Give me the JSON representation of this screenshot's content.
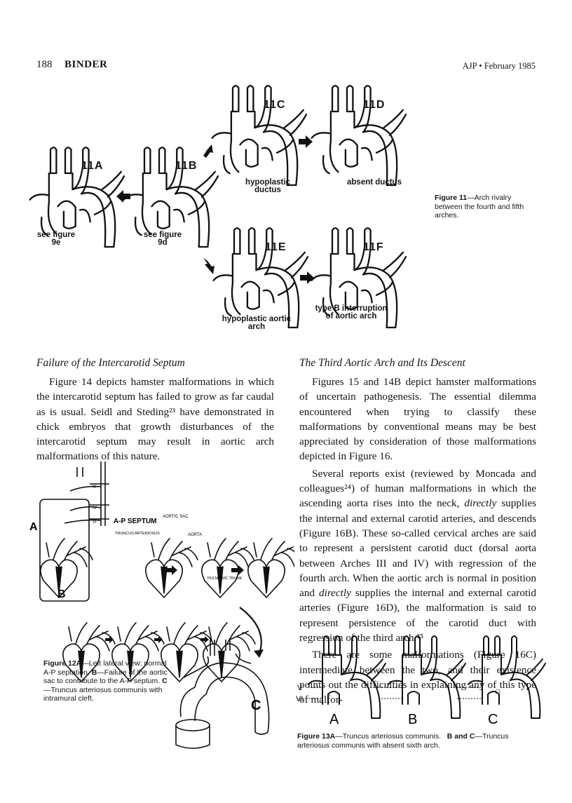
{
  "header": {
    "page_number": "188",
    "author": "BINDER",
    "journal": "AJP • February 1985"
  },
  "figure11": {
    "panels": [
      {
        "id": "11A",
        "caption": "see figure 9e"
      },
      {
        "id": "11B",
        "caption": "see figure 9d"
      },
      {
        "id": "11C",
        "caption": "hypoplastic ductus"
      },
      {
        "id": "11D",
        "caption": "absent ductus"
      },
      {
        "id": "11E",
        "caption": "hypoplastic aortic arch"
      },
      {
        "id": "11F",
        "caption": "type B interruption of aortic arch"
      }
    ],
    "caption_label": "Figure 11",
    "caption_text": "—Arch rivalry between the fourth and fifth arches."
  },
  "left_column": {
    "title": "Failure of the Intercarotid Septum",
    "paragraph": "Figure 14 depicts hamster malformations in which the intercarotid septum has failed to grow as far caudal as is usual. Seidl and Steding²³ have demonstrated in chick embryos that growth disturbances of the intercarotid septum may result in aortic arch malformations of this nature."
  },
  "right_column": {
    "title": "The Third Aortic Arch and Its Descent",
    "p1": "Figures 15 and 14B depict hamster malformations of uncertain pathogenesis. The essential dilemma encountered when trying to classify these malformations by conventional means may be best appreciated by consideration of those malformations depicted in Figure 16.",
    "p2_a": "Several reports exist (reviewed by Moncada and colleagues²⁴) of human malformations in which the ascending aorta rises into the neck, ",
    "p2_em1": "directly",
    "p2_b": " supplies the internal and external carotid arteries, and descends (Figure 16B). These so-called cervical arches are said to represent a persistent carotid duct (dorsal aorta between Arches III and IV) with regression of the fourth arch. When the aortic arch is normal in position and ",
    "p2_em2": "directly",
    "p2_c": " supplies the internal and external carotid arteries (Figure 16D), the malformation is said to represent persistence of the carotid duct with regression of the third arch.²⁵",
    "p3": "There are some malformations (Figure 16C) intermediate between the two, and their existence points out the difficulties in explaining any of this type of malfor-"
  },
  "figure12": {
    "row_labels": [
      "A",
      "B",
      "C"
    ],
    "annotations": {
      "aortic_sac": "AORTIC SAC",
      "ap_septum": "A-P SEPTUM",
      "truncus": "TRUNCUS ARTERIOSUS",
      "aorta": "AORTA",
      "pulmonic": "PULMONIC TRUNK",
      "arch_iii": "III",
      "arch_iv": "IV",
      "arch_vi": "VI"
    },
    "caption_label": "Figure 12A",
    "caption_a": "—Left lateral view: normal A-P septation.",
    "caption_b_label": "B",
    "caption_b": "—Failure of the aortic sac to contribute to the A-P septum.",
    "caption_c_label": "C",
    "caption_c": "—Truncus arteriosus communis with intramural cleft."
  },
  "figure13": {
    "labels": [
      "A",
      "B",
      "C"
    ],
    "arch_v": "V",
    "arch_vi": "VI",
    "caption_label": "Figure 13A",
    "caption_a": "—Truncus arteriosus communis.",
    "caption_bc_label": "B and C",
    "caption_bc": "—Truncus arteriosus communis with absent sixth arch."
  }
}
